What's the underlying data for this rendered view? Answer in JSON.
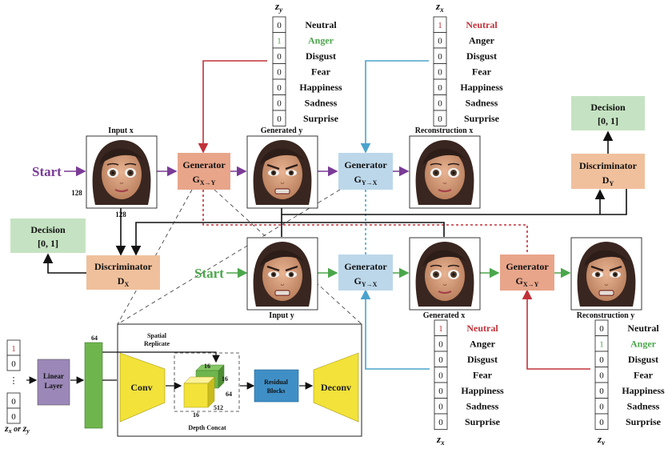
{
  "emotions": [
    "Neutral",
    "Anger",
    "Disgust",
    "Fear",
    "Happiness",
    "Sadness",
    "Surprise"
  ],
  "vectors": {
    "zy_top": {
      "label": "z",
      "sub": "y",
      "values": [
        "0",
        "1",
        "0",
        "0",
        "0",
        "0",
        "0"
      ],
      "highlight": 1
    },
    "zx_top": {
      "label": "z",
      "sub": "x",
      "values": [
        "1",
        "0",
        "0",
        "0",
        "0",
        "0",
        "0"
      ],
      "highlight": 0
    },
    "zx_bottom": {
      "label": "z",
      "sub": "x",
      "values": [
        "1",
        "0",
        "0",
        "0",
        "0",
        "0",
        "0"
      ],
      "highlight": 0
    },
    "zy_bottom": {
      "label": "z",
      "sub": "y",
      "values": [
        "0",
        "1",
        "0",
        "0",
        "0",
        "0",
        "0"
      ],
      "highlight": 1
    }
  },
  "images": {
    "input_x": "Input x",
    "generated_y": "Generated y",
    "reconstruction_x": "Reconstruction x",
    "input_y": "Input y",
    "generated_x": "Generated x",
    "reconstruction_y": "Reconstruction y"
  },
  "size_labels": {
    "w": "128",
    "h": "128"
  },
  "start_label": "Start",
  "boxes": {
    "gen": "Generator",
    "disc": "Discriminator",
    "decision": "Decision",
    "decision_range": "[0, 1]",
    "sub_xy": "X→Y",
    "sub_yx": "Y→X",
    "sub_x": "X",
    "sub_y": "Y",
    "D": "D",
    "G": "G"
  },
  "detail": {
    "linear": [
      "Linear",
      "Layer"
    ],
    "conv": "Conv",
    "deconv": "Deconv",
    "residual": [
      "Residual",
      "Blocks"
    ],
    "spatial": [
      "Spatial",
      "Replicate"
    ],
    "depth_concat": "Depth Concat",
    "dims": {
      "d64": "64",
      "d16": "16",
      "d512": "512"
    },
    "input_vec": [
      "1",
      "0",
      "⋮",
      "0",
      "0"
    ],
    "input_label": "zₓ or zᵧ"
  },
  "colors": {
    "purple": "#7a3b96",
    "green": "#4ba64b",
    "red": "#c0323a",
    "blue": "#4aa3cc",
    "gen_red": "#e8a58a",
    "gen_blue": "#bcd7ea",
    "disc": "#f0c09c",
    "decision": "#c5e3c2"
  }
}
